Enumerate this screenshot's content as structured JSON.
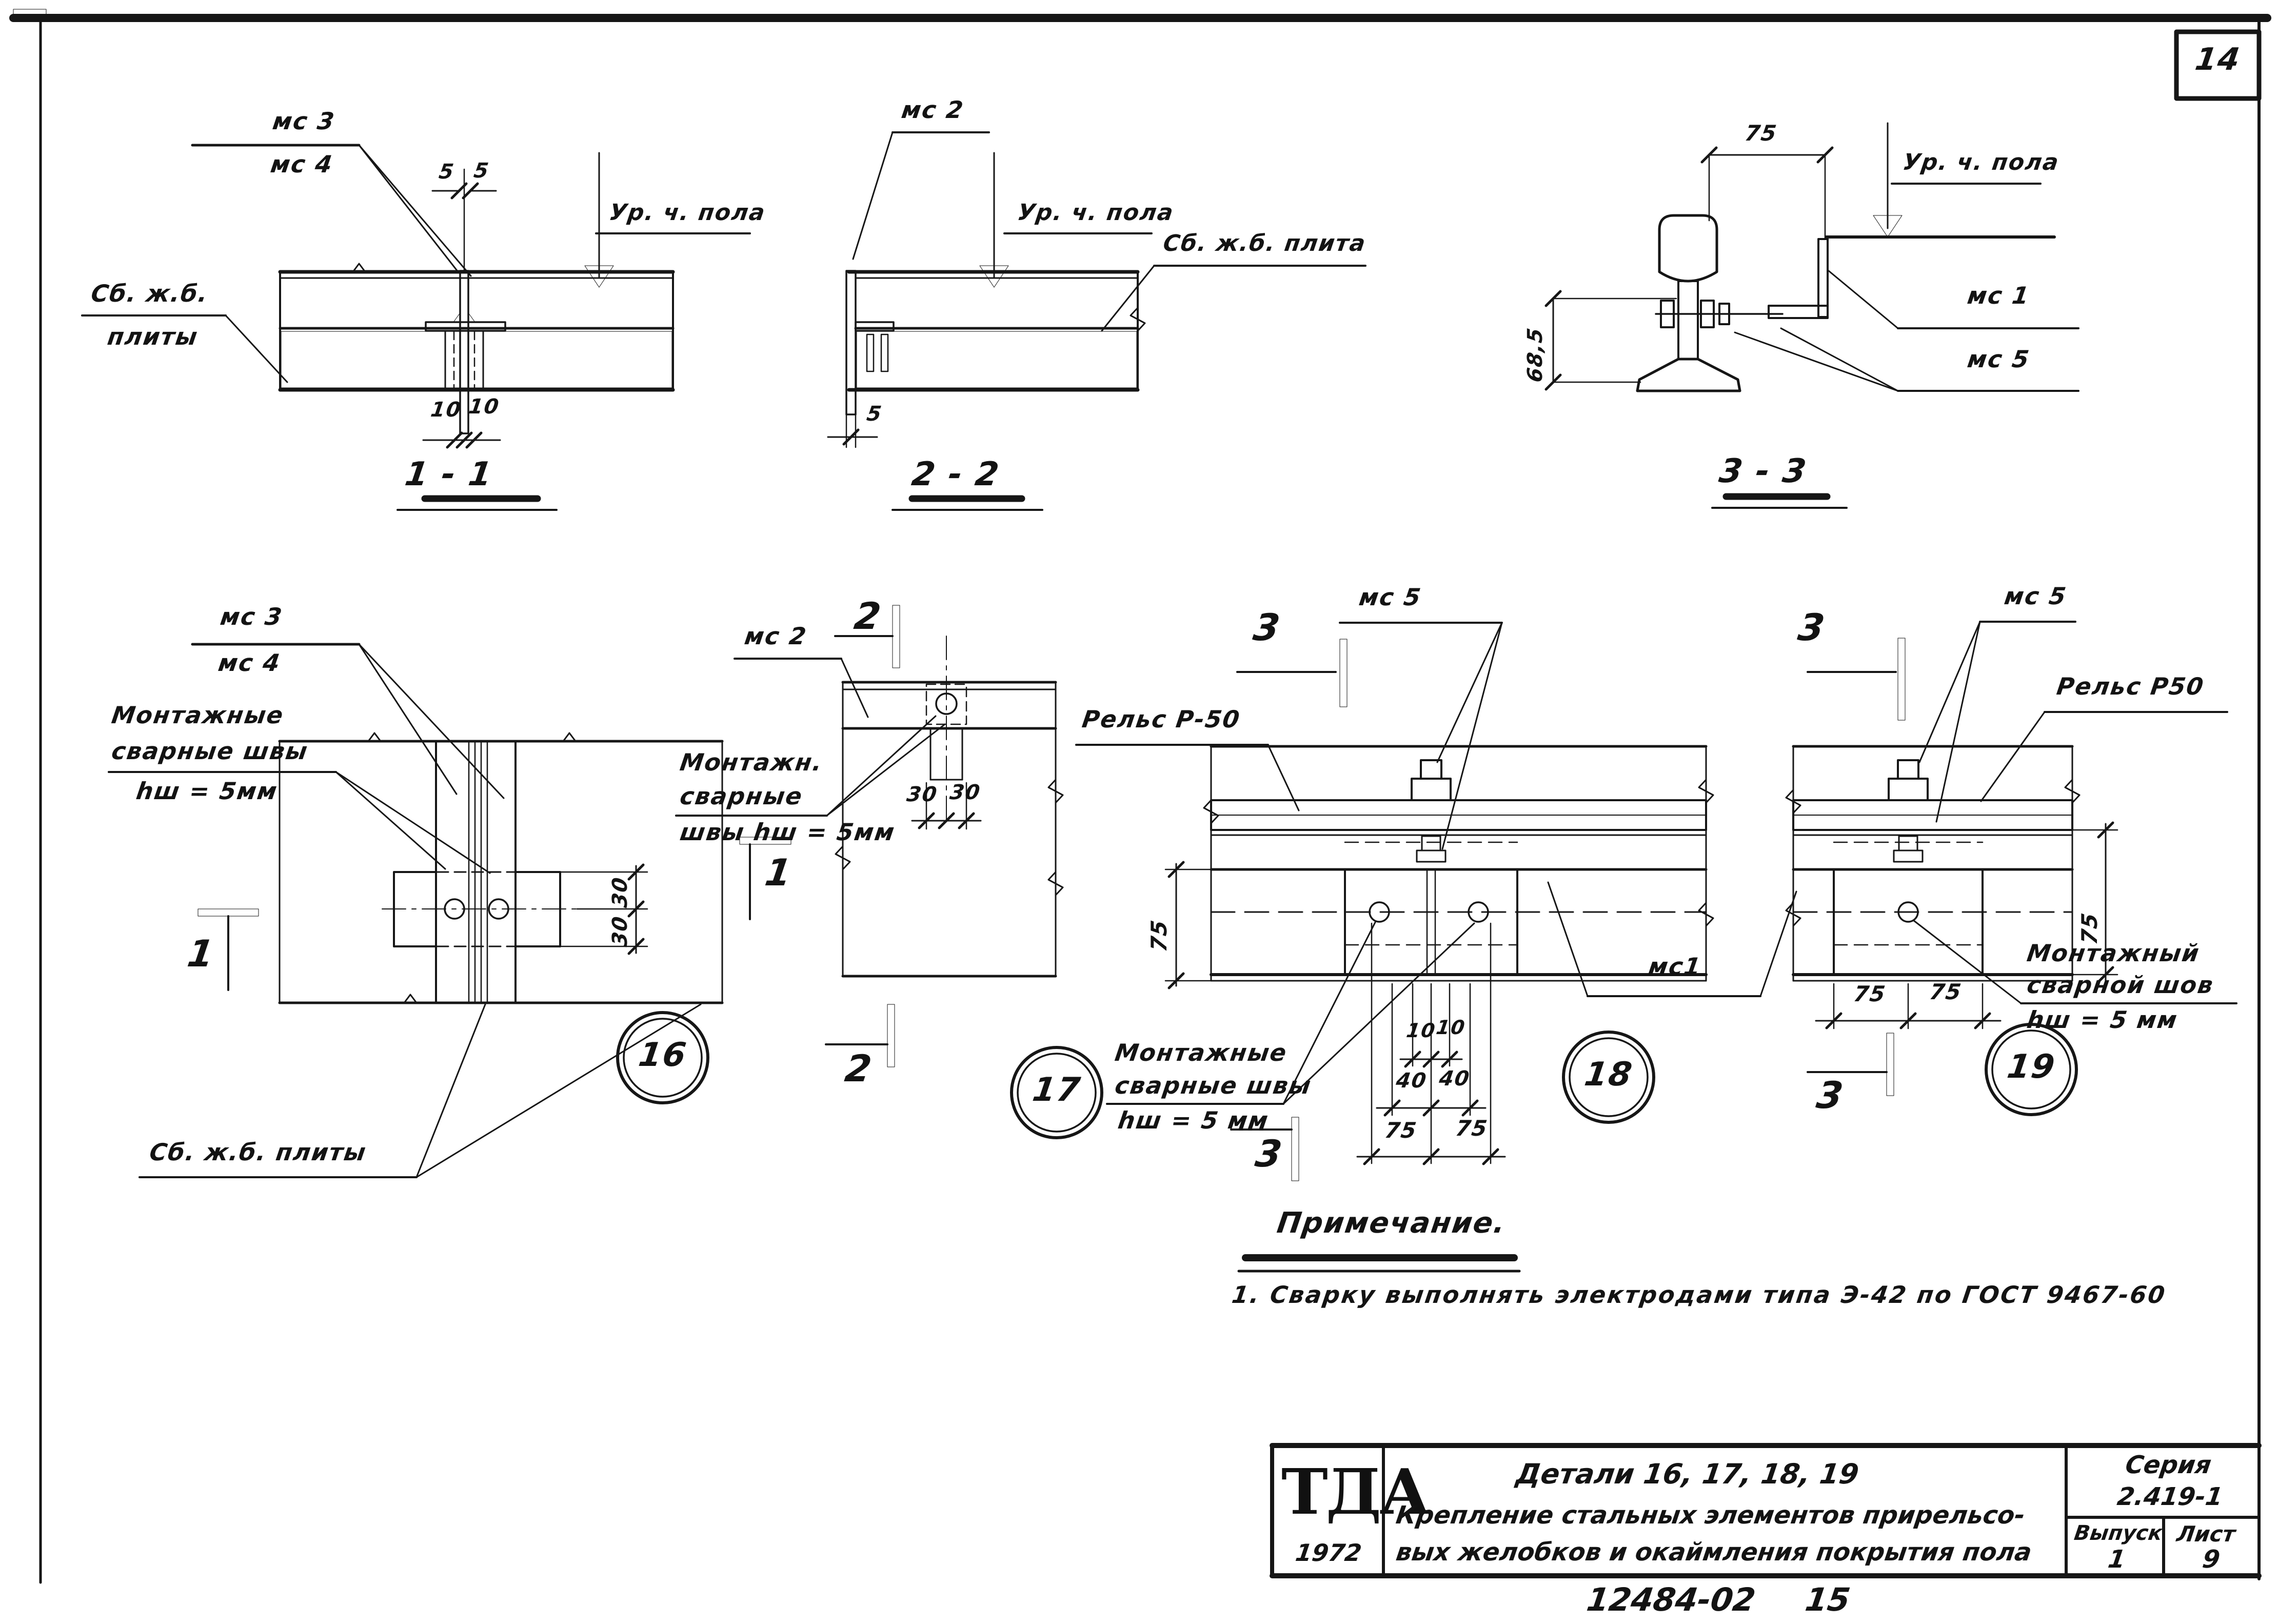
{
  "page": {
    "sheet_number": "14"
  },
  "s11": {
    "title": "1 - 1",
    "mc3": "мс 3",
    "mc4": "мс 4",
    "dim5": "5",
    "dim10": "10",
    "floor": "Ур. ч. пола",
    "slab1": "Сб. ж.б.",
    "slab2": "плиты"
  },
  "s22": {
    "title": "2 - 2",
    "mc2": "мс 2",
    "dim5": "5",
    "floor": "Ур. ч. пола",
    "slab": "Сб. ж.б. плита"
  },
  "s33": {
    "title": "3 - 3",
    "dim75": "75",
    "dim685": "68,5",
    "floor": "Ур. ч. пола",
    "mc1": "мс 1",
    "mc5": "мс 5"
  },
  "d16": {
    "num": "16",
    "mc3": "мс 3",
    "mc4": "мс 4",
    "marker": "1",
    "dim30": "30",
    "w1": "Монтажные",
    "w2": "сварные швы",
    "w3": "hш = 5мм",
    "slabs": "Сб. ж.б. плиты"
  },
  "d17": {
    "num": "17",
    "mc2": "мс 2",
    "marker": "2",
    "dim30": "30",
    "w1": "Монтажн.",
    "w2": "сварные",
    "w3": "швы hш = 5мм"
  },
  "d18": {
    "num": "18",
    "mc5": "мс 5",
    "marker": "3",
    "rail": "Рельс Р-50",
    "mc1": "мс1",
    "dim75": "75",
    "dim40": "40",
    "dim10": "10",
    "w1": "Монтажные",
    "w2": "сварные швы",
    "w3": "hш = 5 мм"
  },
  "d19": {
    "num": "19",
    "mc5": "мс 5",
    "marker": "3",
    "rail": "Рельс Р50",
    "dim75": "75",
    "w1": "Монтажный",
    "w2": "сварной шов",
    "w3": "hш = 5 мм"
  },
  "notes": {
    "heading": "Примечание.",
    "item1": "1.  Сварку  выполнять  электродами  типа  Э-42  по ГОСТ 9467-60"
  },
  "tb": {
    "logo": "ТДА",
    "year": "1972",
    "t1": "Детали  16, 17, 18, 19",
    "t2": "Крепление стальных элементов прирельсо-",
    "t3": "вых желобков и окаймления покрытия пола",
    "series_l": "Серия",
    "series_v": "2.419-1",
    "issue_l": "Выпуск",
    "issue_v": "1",
    "sheet_l": "Лист",
    "sheet_v": "9",
    "stamp1": "12484-02",
    "stamp2": "15"
  }
}
